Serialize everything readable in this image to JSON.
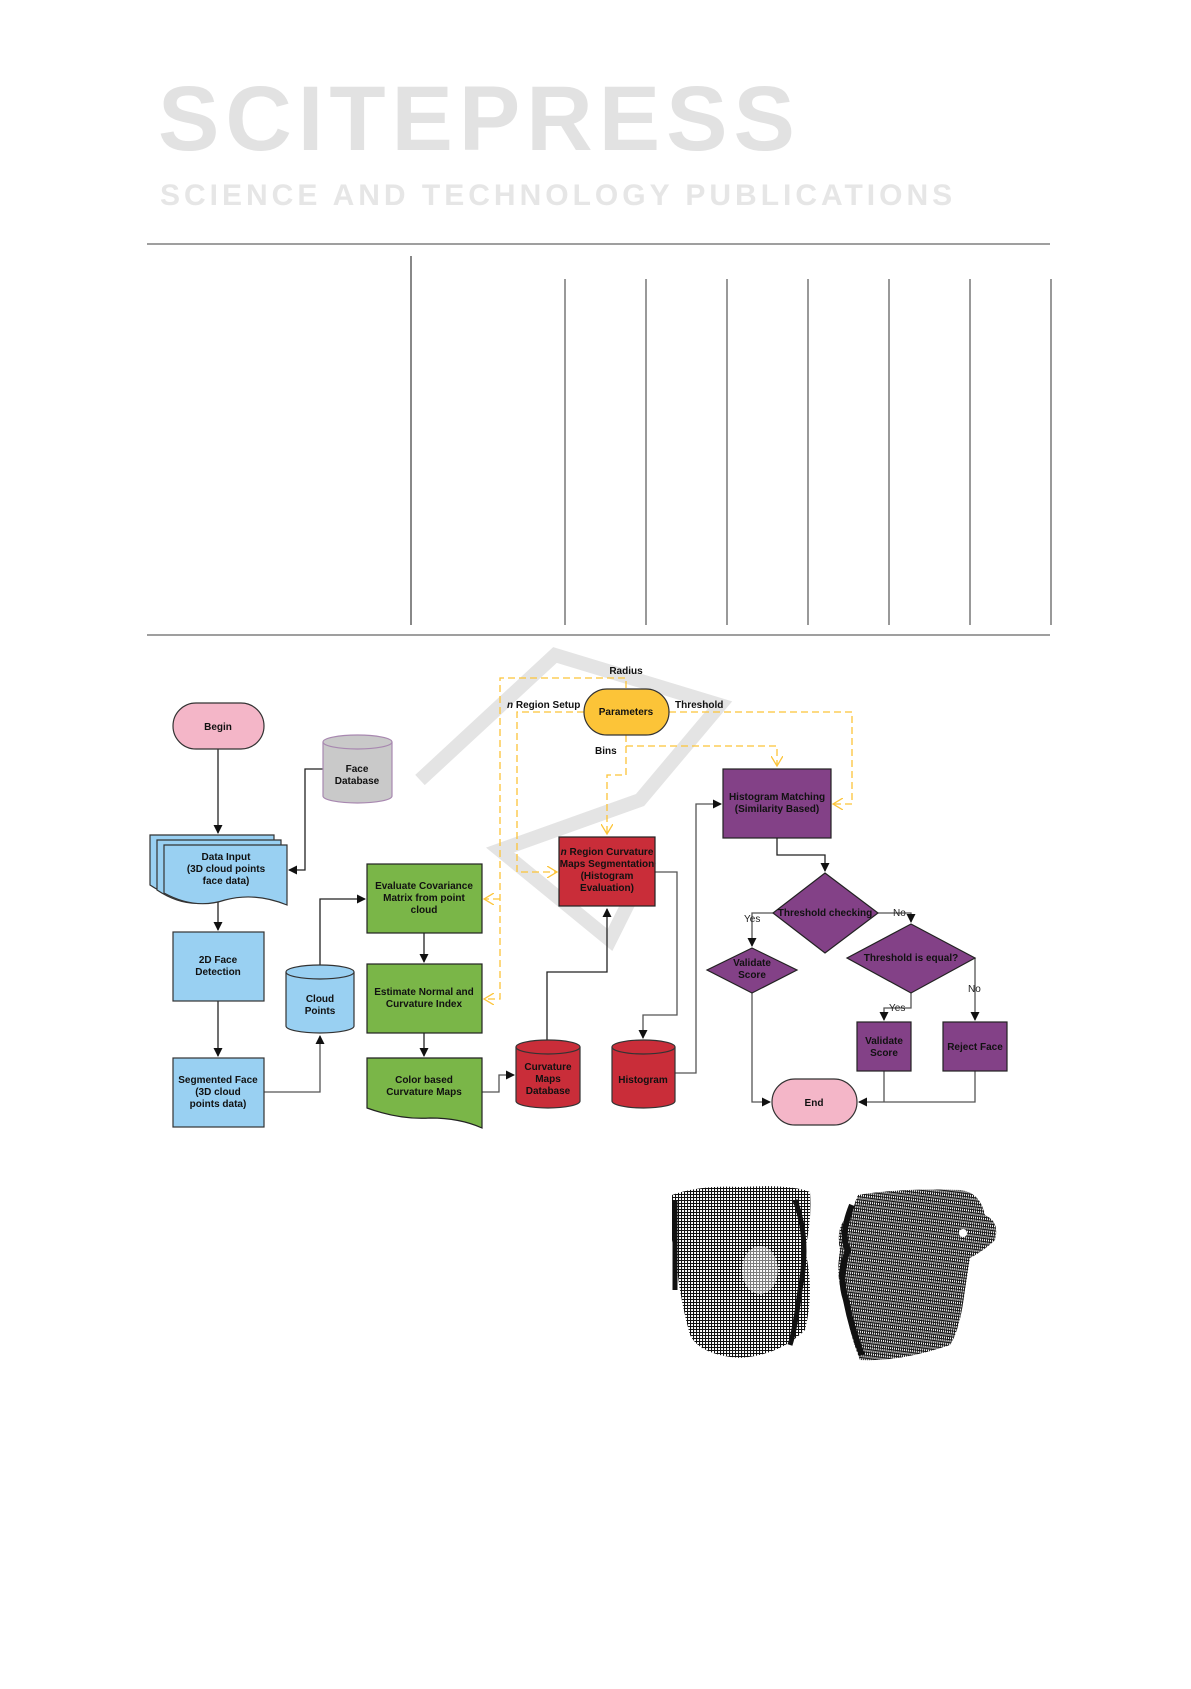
{
  "watermark": {
    "main": "SCITEPRESS",
    "sub": "SCIENCE AND TECHNOLOGY PUBLICATIONS"
  },
  "flowchart": {
    "begin": "Begin",
    "face_database": [
      "Face",
      "Database"
    ],
    "data_input": [
      "Data Input",
      "(3D cloud points",
      "face data)"
    ],
    "face_detection": [
      "2D Face",
      "Detection"
    ],
    "segmented_face": [
      "Segmented Face",
      "(3D cloud",
      "points data)"
    ],
    "cloud_points": [
      "Cloud",
      "Points"
    ],
    "evaluate_covariance": [
      "Evaluate Covariance",
      "Matrix from point",
      "cloud"
    ],
    "estimate_normal": [
      "Estimate Normal and",
      "Curvature Index"
    ],
    "color_maps": [
      "Color based",
      "Curvature Maps"
    ],
    "curvature_db": [
      "Curvature",
      "Maps",
      "Database"
    ],
    "parameters": "Parameters",
    "radius": "Radius",
    "region_setup_n": "n",
    "region_setup": " Region Setup",
    "threshold": "Threshold",
    "bins": "Bins",
    "region_segmentation_n": "n",
    "region_segmentation": [
      " Region Curvature",
      "Maps Segmentation",
      "(Histogram",
      "Evaluation)"
    ],
    "histogram": "Histogram",
    "histogram_matching": [
      "Histogram Matching",
      "(Similarity Based)"
    ],
    "threshold_checking": "Threshold checking",
    "validate_score_diamond": [
      "Validate",
      "Score"
    ],
    "threshold_equal": "Threshold is equal?",
    "validate_score_box": [
      "Validate",
      "Score"
    ],
    "reject_face": "Reject Face",
    "end": "End",
    "yes": "Yes",
    "no": "No"
  },
  "colors": {
    "blue": "#99d0f2",
    "green": "#7ab648",
    "red": "#c92d39",
    "purple": "#834187",
    "pink": "#f4b6c8",
    "yellow": "#fcc438",
    "gray": "#c9c9c9",
    "dashed": "#fcc438"
  }
}
